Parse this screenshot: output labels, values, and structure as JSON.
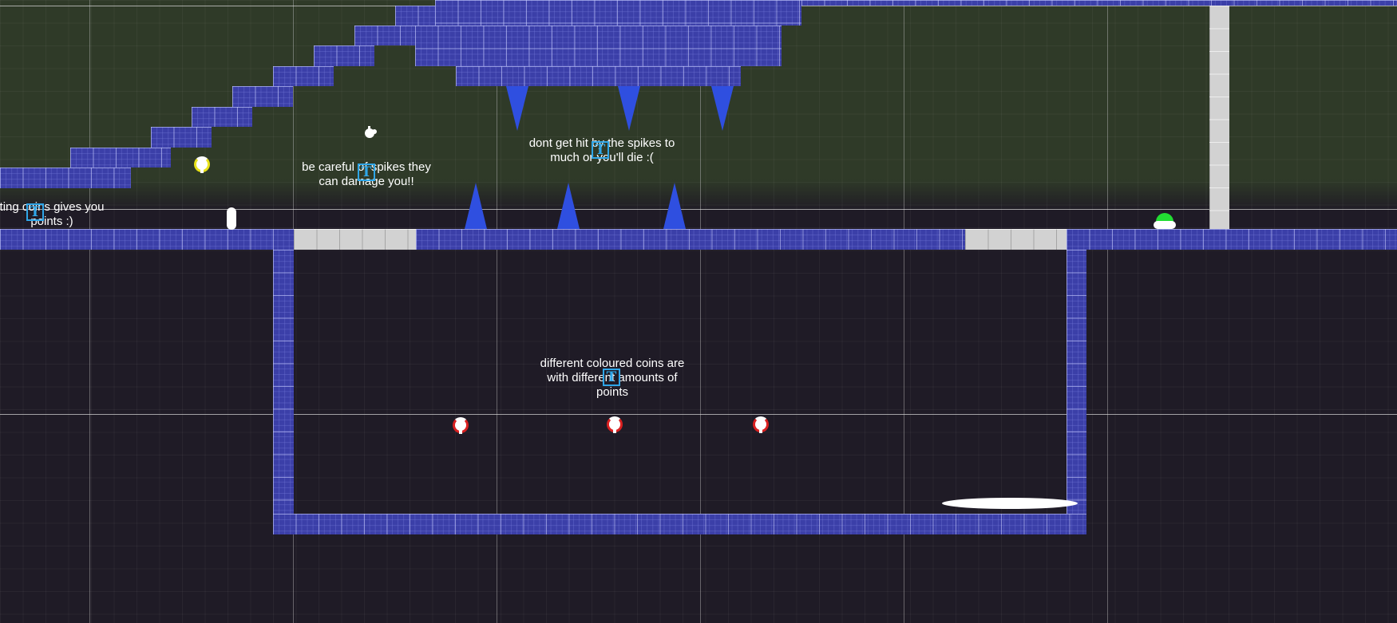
{
  "scene": {
    "title": "",
    "colors": {
      "sky": "#2f3a28",
      "background": "#1f1b26",
      "tile": "#3b3fa8",
      "spike": "#2f4fe0",
      "grey_block": "#d2d2d2",
      "info_icon": "#2fa6e8"
    }
  },
  "hints": {
    "coins_points": "ting coins gives you\npoints :)",
    "spikes_damage": "be careful of spikes they\ncan damage you!!",
    "spikes_die": "dont get hit by the spikes to\nmuch or you'll die :(",
    "coloured_coins": "different coloured coins are\nwith different amounts of\npoints"
  },
  "icons": {
    "info_icon_glyph": "T",
    "player_icon": "player-icon",
    "coin_icon": "coin-icon",
    "checkpoint_icon": "checkpoint-icon",
    "slime_icon": "slime-enemy-icon",
    "spike_icon": "spike-icon"
  },
  "entities": {
    "coins": [
      {
        "color": "yellow"
      },
      {
        "color": "red"
      },
      {
        "color": "red"
      },
      {
        "color": "red"
      }
    ],
    "spikes_ceiling": 3,
    "spikes_floor": 3
  }
}
